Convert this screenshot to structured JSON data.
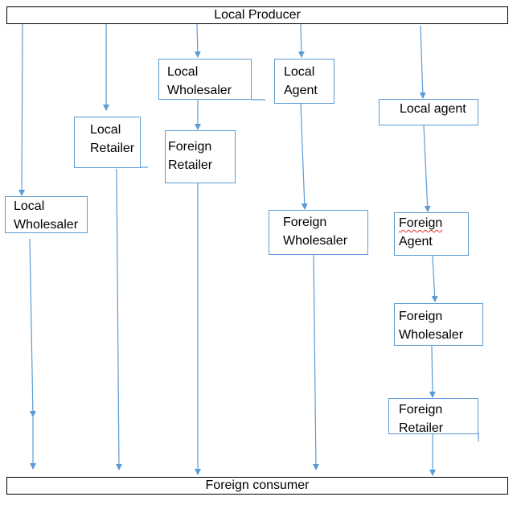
{
  "top_node": "Local Producer",
  "bottom_node": "Foreign consumer",
  "boxes": {
    "col1_local_wholesaler": "Local\nWholesaler",
    "col2_local_retailer": "Local\nRetailer",
    "col3_local_wholesaler": "Local\nWholesaler",
    "col3_foreign_retailer": "Foreign\nRetailer",
    "col4_local_agent": "Local\nAgent",
    "col4_foreign_wholesaler": "Foreign\nWholesaler",
    "col5_local_agent": "Local agent",
    "col5_foreign_agent_word1": "Foreign",
    "col5_foreign_agent_word2": "Agent",
    "col5_foreign_wholesaler": "Foreign\nWholesaler",
    "col5_foreign_retailer": "Foreign\nRetailer"
  },
  "colors": {
    "line": "#5b9bd5",
    "bar_border": "#000000",
    "spellcheck": "#e0302b"
  }
}
